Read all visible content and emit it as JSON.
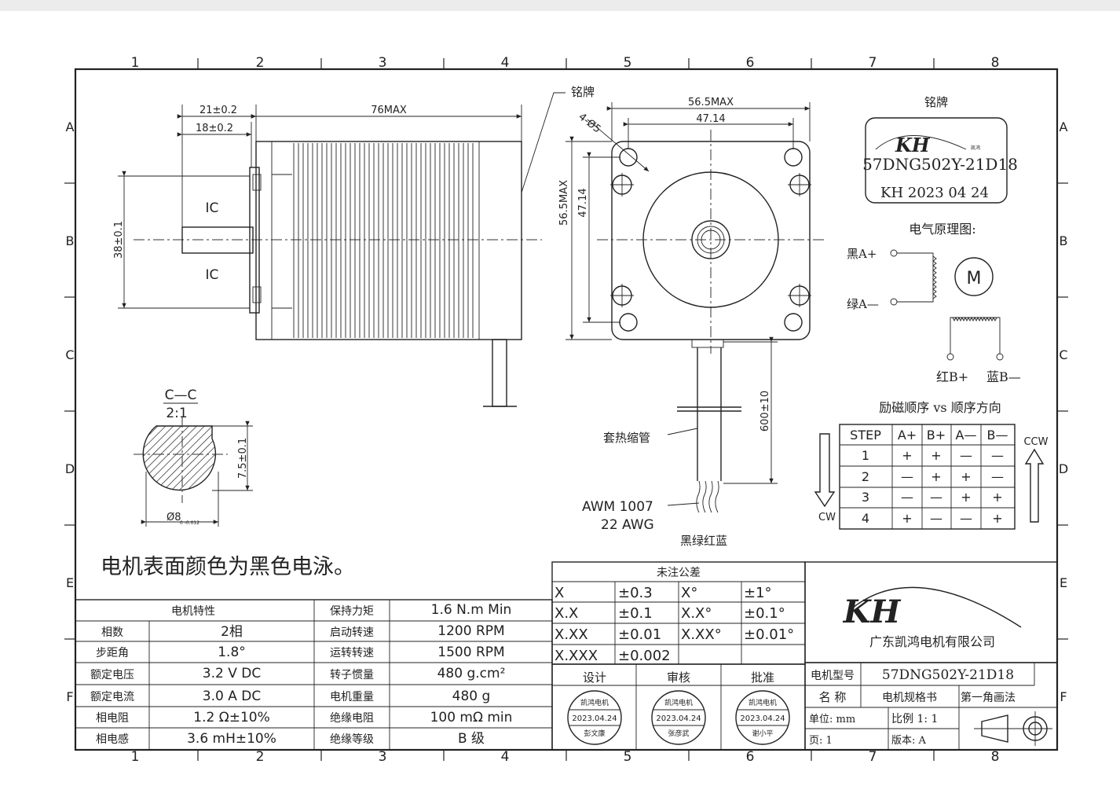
{
  "drawing": {
    "columns": [
      "1",
      "2",
      "3",
      "4",
      "5",
      "6",
      "7",
      "8"
    ],
    "rows": [
      "A",
      "B",
      "C",
      "D",
      "E",
      "F"
    ],
    "side_view": {
      "dim_21": "21±0.2",
      "dim_18": "18±0.2",
      "dim_76": "76MAX",
      "dim_38": "38±0.1",
      "ic_top": "IC",
      "ic_bottom": "IC"
    },
    "front_view": {
      "dim_56_top": "56.5MAX",
      "dim_47_top": "47.14",
      "dim_56_left": "56.5MAX",
      "dim_47_left": "47.14",
      "holes": "4-Ø5",
      "lead_length": "600±10",
      "sleeve_label": "套热缩管",
      "wire_spec_1": "AWM  1007",
      "wire_spec_2": "22  AWG",
      "wire_colors": "黑绿红蓝"
    },
    "nameplate_callout": "铭牌",
    "section": {
      "name": "C—C",
      "scale": "2:1",
      "flat": "7.5±0.1",
      "diameter": "Ø8",
      "diameter_tol": "0 -0.012"
    },
    "surface_note": "电机表面颜色为黑色电泳。"
  },
  "nameplate": {
    "title": "铭牌",
    "brand": "KH",
    "brand_sub": "凯鸿",
    "model": "57DNG502Y-21D18",
    "date": "KH  2023  04  24"
  },
  "schematic": {
    "title": "电气原理图:",
    "a_plus": "黑A+",
    "a_minus": "绿A—",
    "motor": "M",
    "b_plus": "红B+",
    "b_minus": "蓝B—"
  },
  "sequence": {
    "title": "励磁顺序  vs  顺序方向",
    "headers": [
      "STEP",
      "A+",
      "B+",
      "A—",
      "B—"
    ],
    "rows": [
      [
        "1",
        "+",
        "+",
        "—",
        "—"
      ],
      [
        "2",
        "—",
        "+",
        "+",
        "—"
      ],
      [
        "3",
        "—",
        "—",
        "+",
        "+"
      ],
      [
        "4",
        "+",
        "—",
        "—",
        "+"
      ]
    ],
    "cw": "CW",
    "ccw": "CCW"
  },
  "tolerance": {
    "title": "未注公差",
    "rows": [
      [
        "X",
        "±0.3",
        "X°",
        "±1°"
      ],
      [
        "X.X",
        "±0.1",
        "X.X°",
        "±0.1°"
      ],
      [
        "X.XX",
        "±0.01",
        "X.XX°",
        "±0.01°"
      ],
      [
        "X.XXX",
        "±0.002",
        "",
        ""
      ]
    ]
  },
  "spec": {
    "title": "电机特性",
    "left": [
      [
        "相数",
        "2相"
      ],
      [
        "步距角",
        "1.8°"
      ],
      [
        "额定电压",
        "3.2  V  DC"
      ],
      [
        "额定电流",
        "3.0  A  DC"
      ],
      [
        "相电阻",
        "1.2  Ω±10%"
      ],
      [
        "相电感",
        "3.6  mH±10%"
      ]
    ],
    "right": [
      [
        "保持力矩",
        "1.6  N.m  Min"
      ],
      [
        "启动转速",
        "1200  RPM"
      ],
      [
        "运转转速",
        "1500  RPM"
      ],
      [
        "转子惯量",
        "480  g.cm²"
      ],
      [
        "电机重量",
        "480  g"
      ],
      [
        "绝缘电阻",
        "100  mΩ  min"
      ],
      [
        "绝缘等级",
        "B  级"
      ]
    ]
  },
  "approval": {
    "headers": [
      "设计",
      "审核",
      "批准"
    ],
    "stamps": [
      {
        "company": "凯鸿电机",
        "date": "2023.04.24",
        "name": "彭文康"
      },
      {
        "company": "凯鸿电机",
        "date": "2023.04.24",
        "name": "张彦武"
      },
      {
        "company": "凯鸿电机",
        "date": "2023.04.24",
        "name": "谢小平"
      }
    ]
  },
  "company": {
    "name": "广东凯鸿电机有限公司",
    "logo": "KH"
  },
  "titleblock": {
    "model_label": "电机型号",
    "model_value": "57DNG502Y-21D18",
    "name_label": "名 称",
    "name_value": "电机规格书",
    "projection": "第一角画法",
    "unit": "单位: mm",
    "scale": "比例 1: 1",
    "page": "页: 1",
    "version": "版本: A"
  }
}
